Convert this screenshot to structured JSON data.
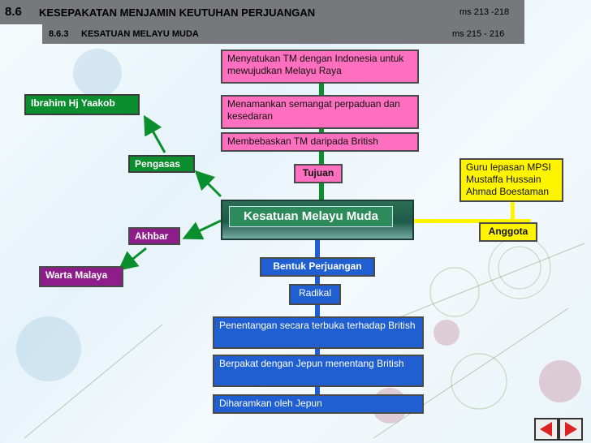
{
  "header": {
    "section_no": "8.6",
    "title": "KESEPAKATAN MENJAMIN KEUTUHAN PERJUANGAN",
    "pages": "ms 213 -218",
    "sub_no": "8.6.3",
    "subtitle": "KESATUAN MELAYU MUDA",
    "sub_pages": "ms  215 - 216"
  },
  "center": {
    "label": "Kesatuan Melayu Muda"
  },
  "tujuan": {
    "label": "Tujuan",
    "items": [
      "Menyatukan TM dengan Indonesia untuk mewujudkan Melayu Raya",
      "Menamankan semangat perpaduan dan kesedaran",
      "Membebaskan TM daripada British"
    ]
  },
  "pengasas": {
    "label": "Pengasas",
    "name": "Ibrahim Hj Yaakob"
  },
  "akhbar": {
    "label": "Akhbar",
    "name": "Warta Malaya"
  },
  "anggota": {
    "label": "Anggota",
    "members": "Guru lepasan MPSI Mustaffa Hussain Ahmad Boestaman"
  },
  "bentuk": {
    "label": "Bentuk Perjuangan",
    "type": "Radikal",
    "items": [
      "Penentangan secara terbuka terhadap British",
      "Berpakat dengan Jepun menentang British",
      "Diharamkan oleh Jepun"
    ]
  },
  "colors": {
    "header": "#76787b",
    "pink": "#ff6fbf",
    "green": "#0b8f2e",
    "purple": "#8e1c8a",
    "yellow": "#fff400",
    "blue": "#1f5fd1"
  }
}
